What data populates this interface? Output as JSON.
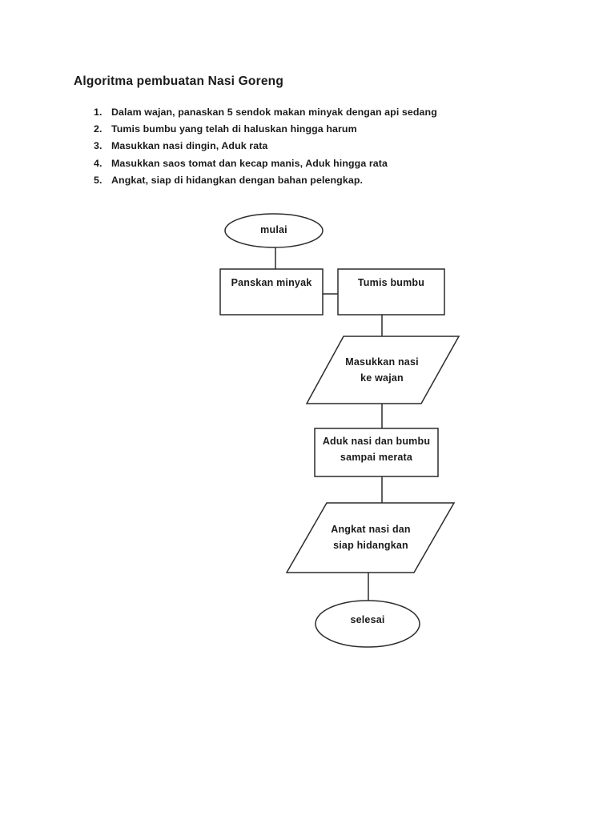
{
  "page": {
    "background": "#ffffff"
  },
  "document": {
    "title": "Algoritma pembuatan Nasi Goreng",
    "steps": [
      {
        "num": "1.",
        "text": "Dalam wajan, panaskan 5 sendok makan minyak dengan api sedang"
      },
      {
        "num": "2.",
        "text": "Tumis bumbu yang telah di haluskan hingga harum"
      },
      {
        "num": "3.",
        "text": "Masukkan nasi dingin, Aduk rata"
      },
      {
        "num": "4.",
        "text": "Masukkan saos tomat dan kecap manis,  Aduk hingga rata"
      },
      {
        "num": "5.",
        "text": "Angkat, siap di hidangkan dengan bahan pelengkap."
      }
    ]
  },
  "flowchart": {
    "stroke_color": "#2b2b2b",
    "text_color": "#1a1a1a",
    "nodes": {
      "start": {
        "type": "terminator-ellipse",
        "label": "mulai"
      },
      "heat_oil": {
        "type": "process-rect",
        "label": "Panskan minyak"
      },
      "saute_spices": {
        "type": "process-rect",
        "label": "Tumis bumbu"
      },
      "add_rice": {
        "type": "input-output-parallelogram",
        "line1": "Masukkan nasi",
        "line2": "ke wajan"
      },
      "stir_mix": {
        "type": "process-rect",
        "line1": "Aduk nasi dan bumbu",
        "line2": "sampai merata"
      },
      "serve": {
        "type": "input-output-parallelogram",
        "line1": "Angkat nasi dan",
        "line2": "siap hidangkan"
      },
      "end": {
        "type": "terminator-ellipse",
        "label": "selesai"
      }
    }
  }
}
